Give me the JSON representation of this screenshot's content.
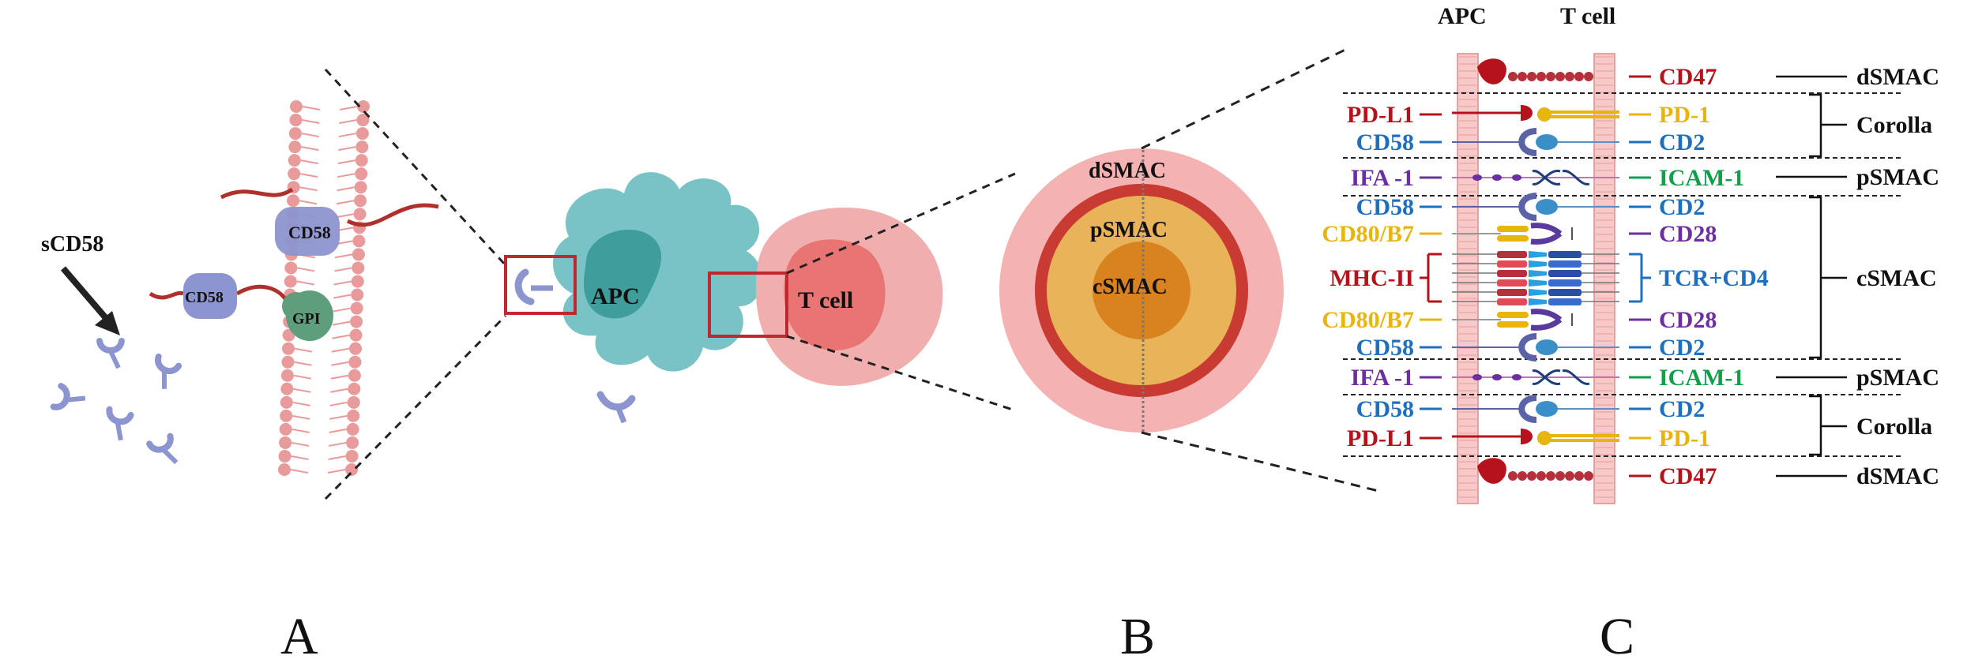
{
  "colors": {
    "red": "#b5121b",
    "blue": "#1f6fbf",
    "purple": "#6b2fa0",
    "gold": "#e8b40e",
    "green": "#11a049",
    "black": "#111111",
    "membrane": "#e99a9a",
    "apc_body": "#79c3c6",
    "apc_nucleus": "#3f9e9c",
    "tcell_outer": "#f1aeae",
    "tcell_inner": "#e87474",
    "dsmac_ring": "#c83a32",
    "psmac_fill": "#e9b35a",
    "csmac_fill": "#d98220",
    "cd58_protein": "#8c95cf",
    "gpi": "#5f9e7c"
  },
  "panel_a": {
    "letter": "A",
    "scd58_label": "sCD58",
    "cd58_top": "CD58",
    "cd58_left": "CD58",
    "gpi_label": "GPI"
  },
  "panel_b": {
    "letter": "B",
    "apc_label": "APC",
    "tcell_label": "T  cell",
    "dsmac": "dSMAC",
    "psmac": "pSMAC",
    "csmac": "cSMAC"
  },
  "panel_c": {
    "letter": "C",
    "header_apc": "APC",
    "header_tcell": "T  cell",
    "rows": [
      {
        "left": "",
        "left_color": "red",
        "right": "CD47",
        "right_color": "red",
        "kind": "cd47"
      },
      {
        "left": "PD-L1",
        "left_color": "red",
        "right": "PD-1",
        "right_color": "gold",
        "kind": "pd"
      },
      {
        "left": "CD58",
        "left_color": "blue",
        "right": "CD2",
        "right_color": "blue",
        "kind": "cd58"
      },
      {
        "left": "IFA -1",
        "left_color": "purple",
        "right": "ICAM-1",
        "right_color": "green",
        "kind": "icam"
      },
      {
        "left": "CD58",
        "left_color": "blue",
        "right": "CD2",
        "right_color": "blue",
        "kind": "cd58"
      },
      {
        "left": "CD80/B7",
        "left_color": "gold",
        "right": "CD28",
        "right_color": "purple",
        "kind": "cd28"
      },
      {
        "left": "MHC-II",
        "left_color": "red",
        "right": "TCR+CD4",
        "right_color": "blue",
        "kind": "tcr"
      },
      {
        "left": "CD80/B7",
        "left_color": "gold",
        "right": "CD28",
        "right_color": "purple",
        "kind": "cd28"
      },
      {
        "left": "CD58",
        "left_color": "blue",
        "right": "CD2",
        "right_color": "blue",
        "kind": "cd58"
      },
      {
        "left": "IFA -1",
        "left_color": "purple",
        "right": "ICAM-1",
        "right_color": "green",
        "kind": "icam"
      },
      {
        "left": "CD58",
        "left_color": "blue",
        "right": "CD2",
        "right_color": "blue",
        "kind": "cd58"
      },
      {
        "left": "PD-L1",
        "left_color": "red",
        "right": "PD-1",
        "right_color": "gold",
        "kind": "pd"
      },
      {
        "left": "",
        "left_color": "red",
        "right": "CD47",
        "right_color": "red",
        "kind": "cd47"
      }
    ],
    "zones": [
      "dSMAC",
      "Corolla",
      "pSMAC",
      "cSMAC",
      "pSMAC",
      "Corolla",
      "dSMAC"
    ]
  }
}
